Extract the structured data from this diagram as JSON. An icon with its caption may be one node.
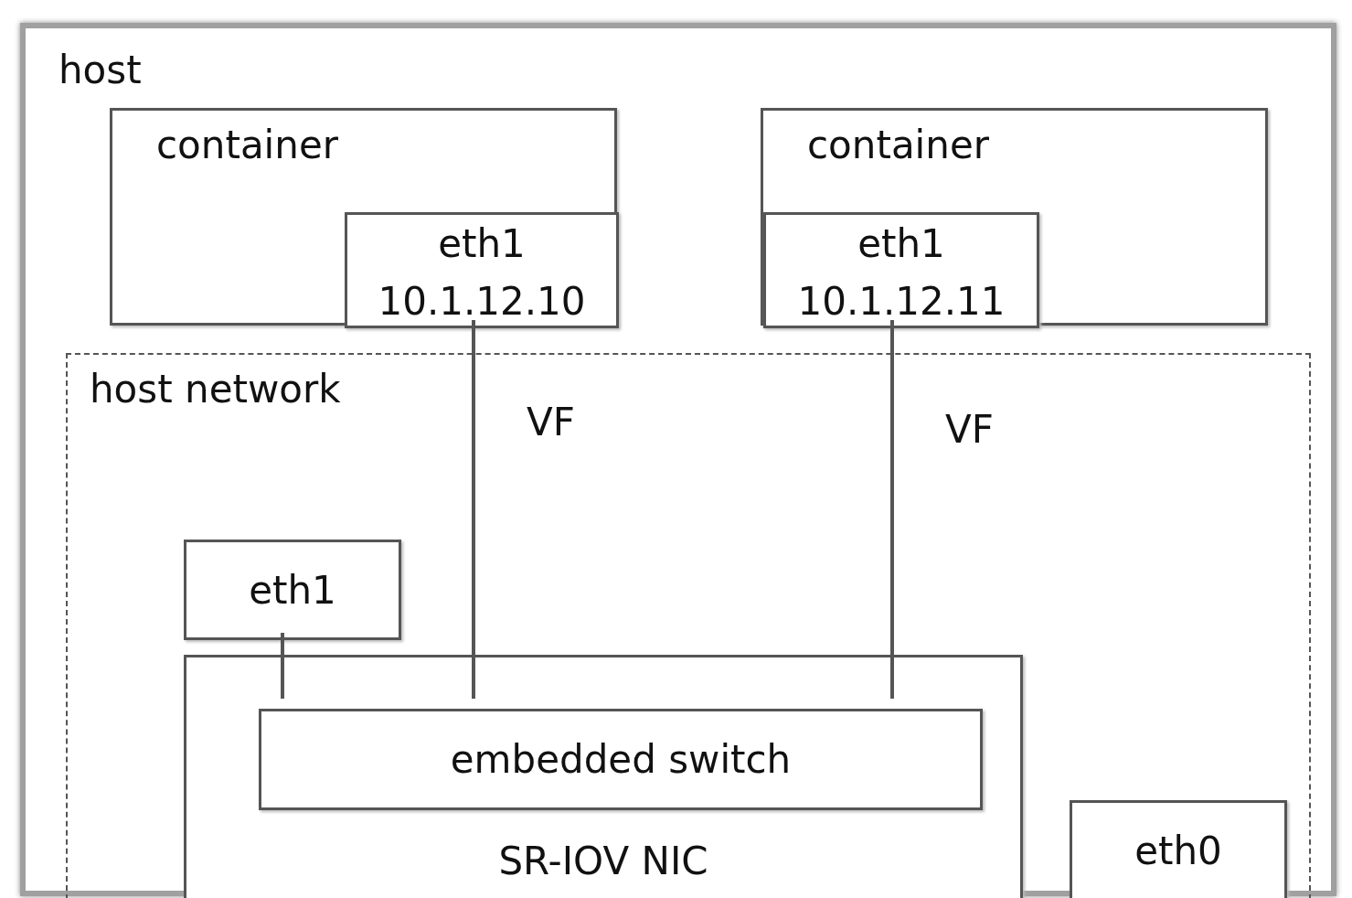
{
  "diagram": {
    "nodes": [
      {
        "text": [
          "host"
        ]
      },
      {
        "text": [
          "container"
        ],
        "in": 0
      },
      {
        "text": [
          "eth1",
          "10.1.12.10"
        ],
        "in": 1
      },
      {
        "text": [
          "container"
        ],
        "in": 0
      },
      {
        "text": [
          "eth1",
          "10.1.12.11"
        ],
        "in": 3
      },
      {
        "text": [
          "host network"
        ],
        "in": 0
      },
      {
        "text": [
          "eth1"
        ],
        "in": 5
      },
      {
        "text": [
          "SR-IOV NIC"
        ],
        "in": 5
      },
      {
        "text": [
          "embedded switch"
        ],
        "in": 7
      },
      {
        "text": [
          "eth0"
        ],
        "in": 5
      }
    ],
    "edges": [
      {
        "from": 2,
        "to": 8,
        "arrow": "none",
        "label": "VF"
      },
      {
        "from": 4,
        "to": 8,
        "arrow": "none",
        "label": "VF"
      },
      {
        "from": 6,
        "to": 8,
        "arrow": "none"
      }
    ]
  }
}
